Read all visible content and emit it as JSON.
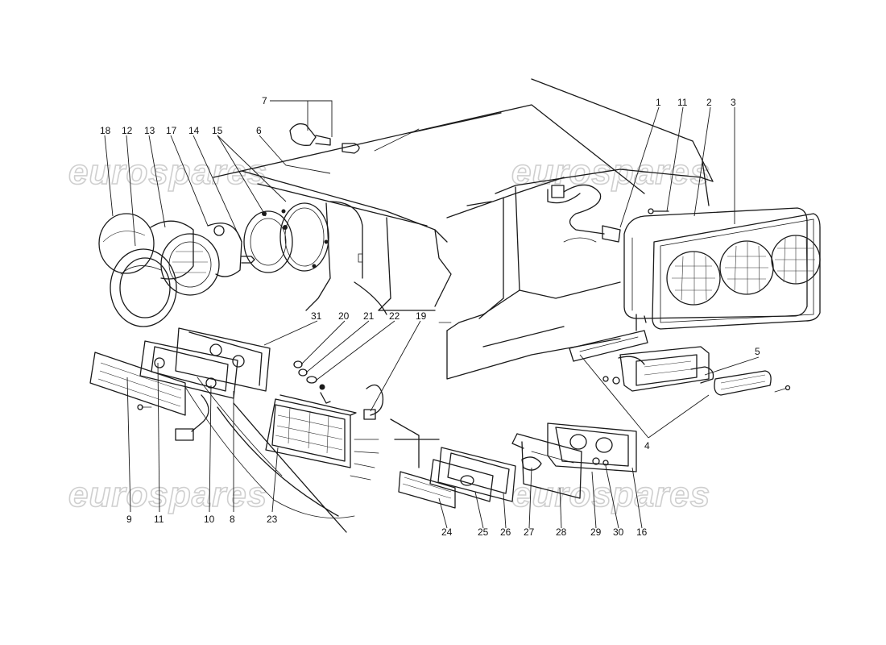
{
  "watermark": {
    "text": "eurospares"
  },
  "part_numbers": {
    "p1": "1",
    "p2": "2",
    "p3": "3",
    "p4": "4",
    "p5": "5",
    "p6": "6",
    "p7": "7",
    "p8": "8",
    "p9": "9",
    "p10": "10",
    "p11a": "11",
    "p11b": "11",
    "p12": "12",
    "p13": "13",
    "p14": "14",
    "p15": "15",
    "p16": "16",
    "p17": "17",
    "p18": "18",
    "p19": "19",
    "p20": "20",
    "p21": "21",
    "p22": "22",
    "p23": "23",
    "p24": "24",
    "p25": "25",
    "p26": "26",
    "p27": "27",
    "p28": "28",
    "p29": "29",
    "p30": "30",
    "p31": "31"
  }
}
